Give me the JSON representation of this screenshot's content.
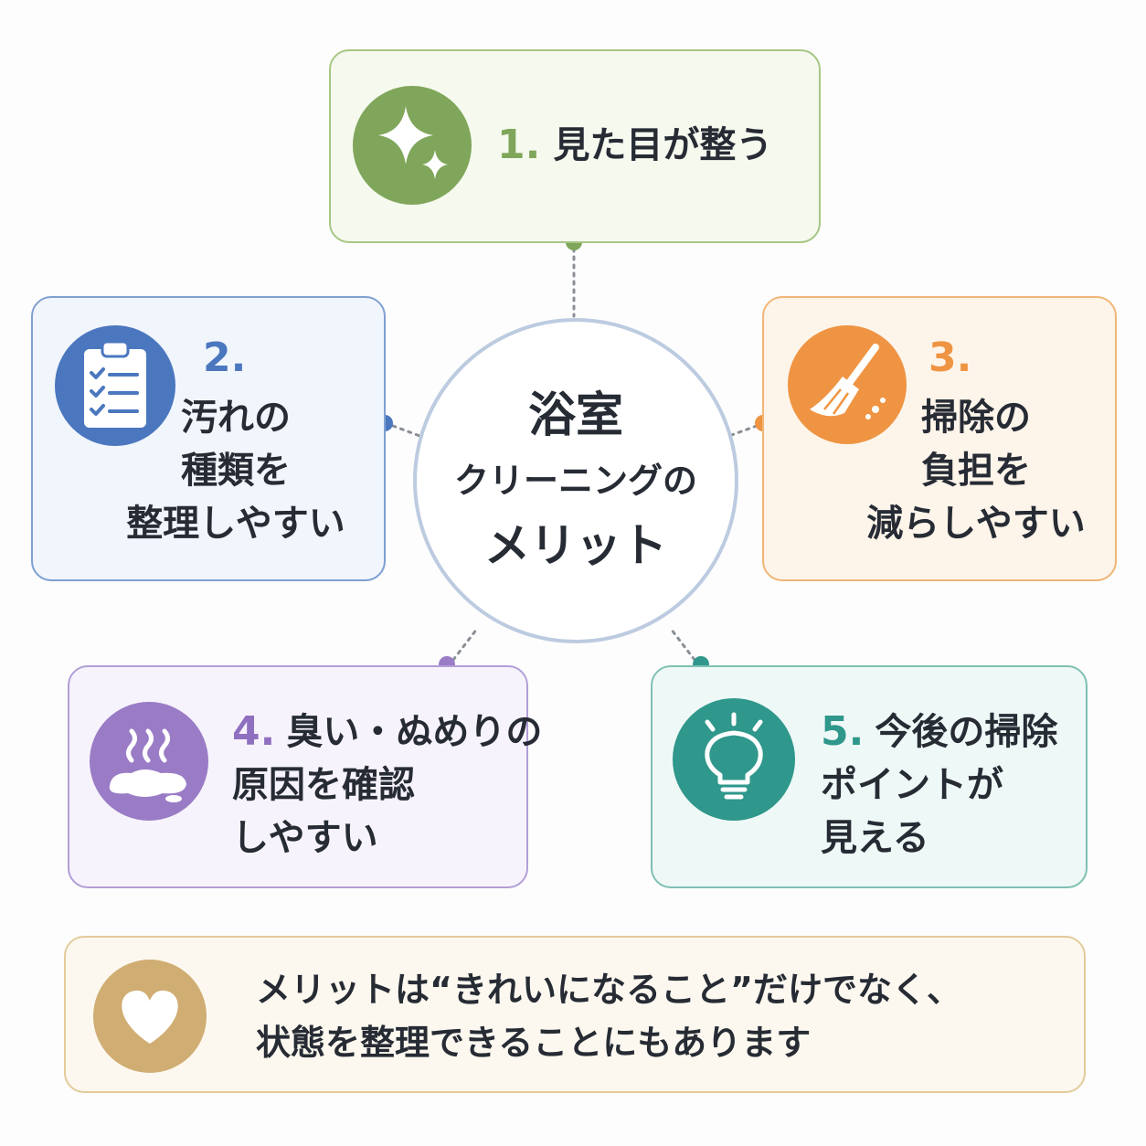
{
  "center": {
    "line1": "浴室",
    "line2": "クリーニングの",
    "line3": "メリット"
  },
  "merits": [
    {
      "number": "1.",
      "lines": [
        "見た目が整う"
      ],
      "color": "#7fa65a",
      "icon": "sparkle-icon"
    },
    {
      "number": "2.",
      "lines": [
        "汚れの",
        "種類を",
        "整理しやすい"
      ],
      "color": "#4b77bf",
      "icon": "clipboard-checklist-icon"
    },
    {
      "number": "3.",
      "lines": [
        "掃除の",
        "負担を",
        "減らしやすい"
      ],
      "color": "#ef9442",
      "icon": "broom-icon"
    },
    {
      "number": "4.",
      "lines": [
        "臭い・ぬめりの",
        "原因を確認",
        "しやすい"
      ],
      "color": "#9a7cc6",
      "icon": "odor-puddle-icon"
    },
    {
      "number": "5.",
      "lines": [
        "今後の掃除",
        "ポイントが",
        "見える"
      ],
      "color": "#2f978b",
      "icon": "lightbulb-icon"
    }
  ],
  "note": {
    "lines": [
      "メリットは“きれいになること”だけでなく、",
      "状態を整理できることにもあります"
    ],
    "color": "#d0ad72",
    "icon": "heart-icon"
  }
}
